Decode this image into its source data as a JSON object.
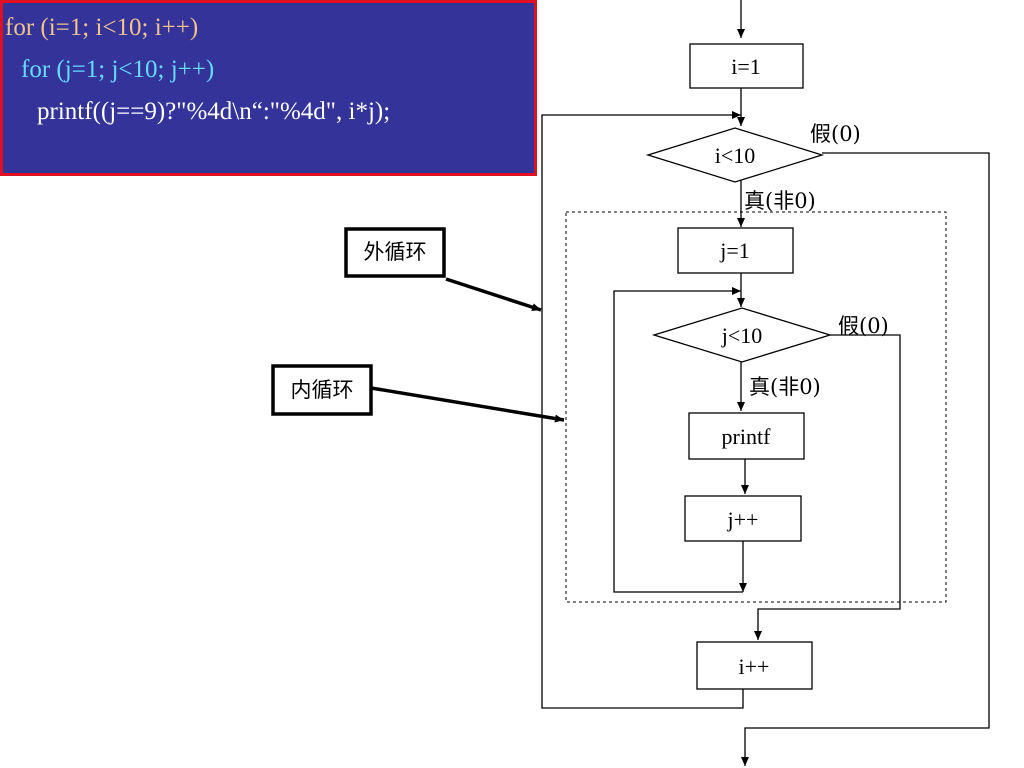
{
  "code": {
    "line1": "for (i=1; i<10; i++)",
    "line2": "for (j=1; j<10; j++)",
    "line3": "printf((j==9)?\"%4d\\n“:\"%4d\", i*j);"
  },
  "colors": {
    "code_bg": "#333399",
    "code_border": "#e01020",
    "line1": "#f2c38c",
    "line2": "#66ddff",
    "line3": "#ffffff"
  },
  "nodes": {
    "init_i": "i=1",
    "cond_i": "i<10",
    "init_j": "j=1",
    "cond_j": "j<10",
    "body": "printf",
    "inc_j": "j++",
    "inc_i": "i++"
  },
  "edges": {
    "outer_false": "假(0)",
    "outer_true": "真(非0)",
    "inner_false": "假(0)",
    "inner_true": "真(非0)"
  },
  "callouts": {
    "outer": "外循环",
    "inner": "内循环"
  }
}
